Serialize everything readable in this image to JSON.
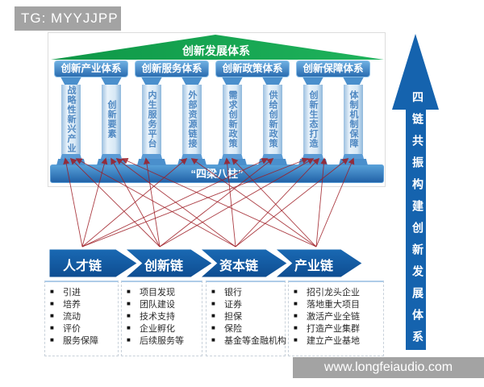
{
  "badge": {
    "text": "TG: MYYJJPP"
  },
  "watermark": {
    "text": "www.longfeiaudio.com"
  },
  "temple": {
    "roof_title": "创新发展体系",
    "beams": [
      "创新产业体系",
      "创新服务体系",
      "创新政策体系",
      "创新保障体系"
    ],
    "pillars": [
      "战略性新兴产业",
      "创新要素",
      "内生服务平台",
      "外部资源链接",
      "需求创新政策",
      "供给创新政策",
      "创新生态打造",
      "体制机制保障"
    ],
    "base_label": "“四梁八柱”"
  },
  "chains": [
    {
      "label": "人才链",
      "items": [
        "引进",
        "培养",
        "流动",
        "评价",
        "服务保障"
      ]
    },
    {
      "label": "创新链",
      "items": [
        "项目发现",
        "团队建设",
        "技术支持",
        "企业孵化",
        "后续服务等"
      ]
    },
    {
      "label": "资本链",
      "items": [
        "银行",
        "证券",
        "担保",
        "保险",
        "基金等金融机构"
      ]
    },
    {
      "label": "产业链",
      "items": [
        "招引龙头企业",
        "落地重大项目",
        "激活产业全链",
        "打造产业集群",
        "建立产业基地"
      ]
    }
  ],
  "side_arrow": {
    "text": "四链共振构建创新发展体系"
  },
  "connections": [
    {
      "chain": 0,
      "pillars": [
        0,
        1,
        3,
        5,
        6
      ]
    },
    {
      "chain": 1,
      "pillars": [
        0,
        1,
        2,
        5,
        6
      ]
    },
    {
      "chain": 2,
      "pillars": [
        0,
        1,
        4,
        6,
        7
      ]
    },
    {
      "chain": 3,
      "pillars": [
        1,
        3,
        4,
        6,
        7
      ]
    }
  ],
  "bullet_char": "■",
  "colors": {
    "roof_green_dark": "#0e9747",
    "roof_green": "#1fb35c",
    "chevron_blue": "#11579e",
    "link_red": "#9e1c24",
    "side_arrow_blue": "#1563ae",
    "pillar_text": "#4f88c2",
    "badge_gray": "#a3a3a3"
  }
}
